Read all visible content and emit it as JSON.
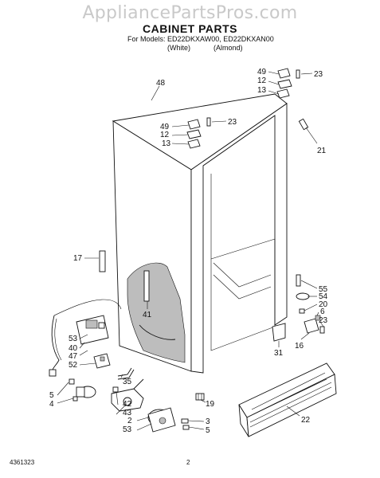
{
  "watermark": "AppliancePartsPros.com",
  "header": {
    "title": "CABINET PARTS",
    "models": "For Models: ED22DKXAW00, ED22DKXAN00",
    "variant_white": "(White)",
    "variant_almond": "(Almond)"
  },
  "callouts": {
    "c48": "48",
    "c49a": "49",
    "c12a": "12",
    "c13a": "13",
    "c23a": "23",
    "c49b": "49",
    "c12b": "12",
    "c13b": "13",
    "c23b": "23",
    "c21": "21",
    "c17": "17",
    "c41": "41",
    "c53a": "53",
    "c40": "40",
    "c47": "47",
    "c52": "52",
    "c35": "35",
    "c5a": "5",
    "c4": "4",
    "c42": "42",
    "c43": "43",
    "c2": "2",
    "c53b": "53",
    "c19": "19",
    "c3": "3",
    "c5b": "5",
    "c55": "55",
    "c54": "54",
    "c20": "20",
    "c6": "6",
    "c23c": "23",
    "c16": "16",
    "c31": "31",
    "c22": "22"
  },
  "footer": {
    "doc_number": "4361323",
    "page": "2"
  }
}
